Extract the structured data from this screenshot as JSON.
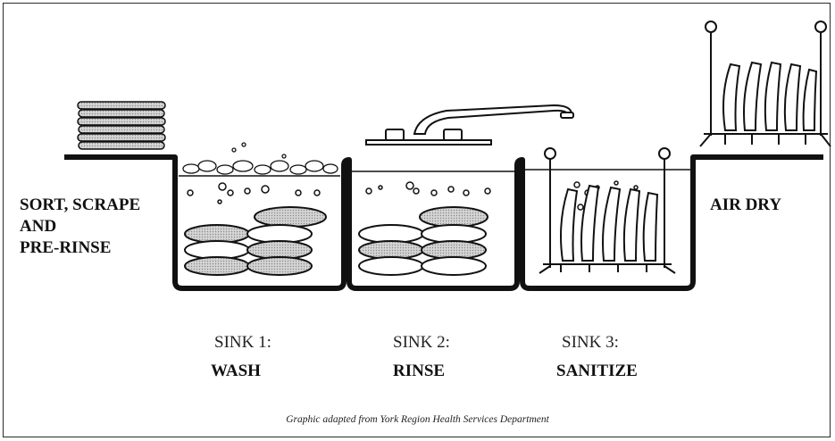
{
  "labels": {
    "sort": [
      "SORT, SCRAPE",
      "AND",
      "PRE-RINSE"
    ],
    "air_dry": "AIR DRY"
  },
  "sinks": [
    {
      "number": "SINK 1:",
      "step": "WASH"
    },
    {
      "number": "SINK 2:",
      "step": "RINSE"
    },
    {
      "number": "SINK 3:",
      "step": "SANITIZE"
    }
  ],
  "credit": "Graphic adapted from York Region Health Services Department",
  "colors": {
    "line": "#111111",
    "dish_shade": "#bdbdbd",
    "background": "#ffffff"
  }
}
